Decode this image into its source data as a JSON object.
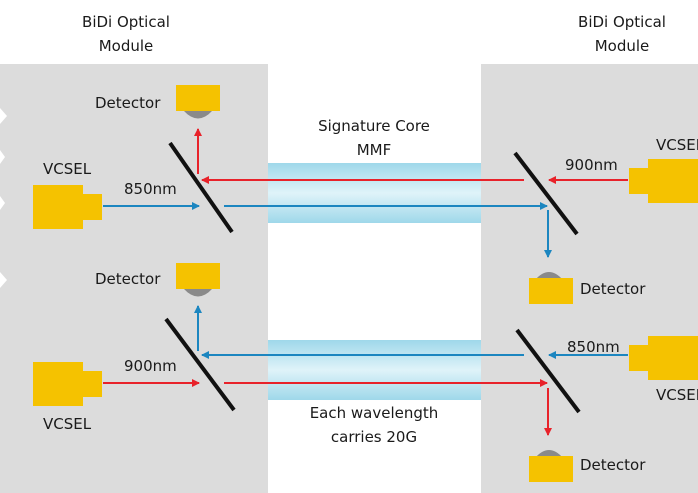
{
  "left_module_title": [
    "BiDi Optical",
    "Module"
  ],
  "right_module_title": [
    "BiDi Optical",
    "Module"
  ],
  "fiber_top_label": [
    "Signature Core",
    "MMF"
  ],
  "fiber_bottom_label": [
    "Each wavelength",
    "carries 20G"
  ],
  "left_top": {
    "detector": "Detector",
    "vcsel": "VCSEL",
    "wavelength": "850nm"
  },
  "left_bottom": {
    "detector": "Detector",
    "vcsel": "VCSEL",
    "wavelength": "900nm"
  },
  "right_top": {
    "detector": "Detector",
    "vcsel": "VCSEL",
    "wavelength": "900nm"
  },
  "right_bottom": {
    "detector": "Detector",
    "vcsel": "VCSEL",
    "wavelength": "850nm"
  },
  "colors": {
    "module_bg": "#dcdcdc",
    "fiber": "#bfe6f2",
    "component": "#f5c200",
    "detector_cap": "#8a8a8a",
    "red_beam": "#e8222a",
    "blue_beam": "#1c86c0",
    "splitter": "#111111"
  }
}
